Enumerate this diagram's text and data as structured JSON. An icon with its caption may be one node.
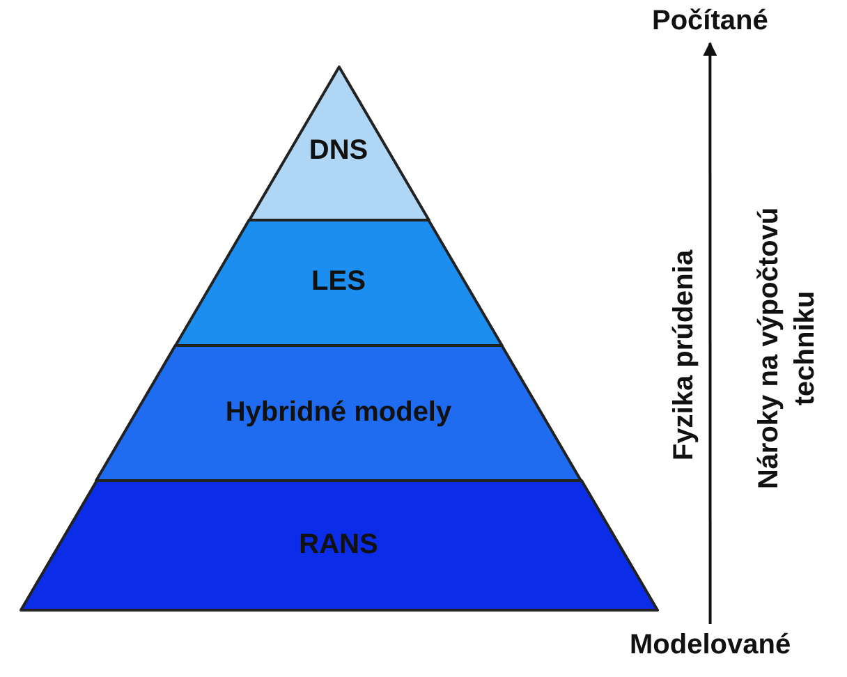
{
  "diagram": {
    "nodes": [
      {
        "text": [
          "DNS"
        ]
      },
      {
        "text": [
          "LES"
        ]
      },
      {
        "text": [
          "Hybridné modely"
        ]
      },
      {
        "text": [
          "RANS"
        ]
      },
      {
        "text": [
          "Modelované"
        ]
      },
      {
        "text": [
          "Počítané"
        ]
      }
    ],
    "edges": [
      {
        "from": 4,
        "to": 5,
        "arrow": "to"
      }
    ],
    "labels": [
      "Fyzika prúdenia",
      "Nároky na výpočtovú techniku"
    ]
  }
}
